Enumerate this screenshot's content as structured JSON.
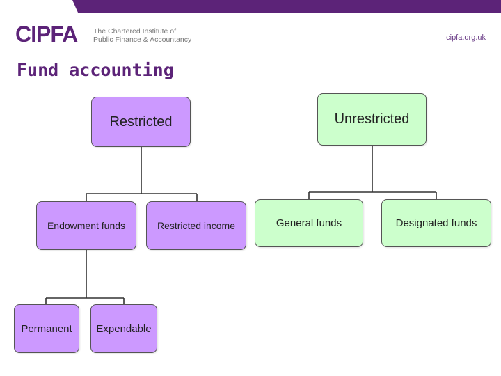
{
  "header": {
    "brand": "CIPFA",
    "tagline_line1": "The Chartered Institute of",
    "tagline_line2": "Public Finance & Accountancy",
    "url": "cipfa.org.uk",
    "brand_color": "#5c2378"
  },
  "title": "Fund accounting",
  "diagram": {
    "restricted": "Restricted",
    "unrestricted": "Unrestricted",
    "endowment_funds": "Endowment funds",
    "restricted_income": "Restricted income",
    "general_funds": "General funds",
    "designated_funds": "Designated funds",
    "permanent": "Permanent",
    "expendable": "Expendable",
    "colors": {
      "restricted_fill": "#cc99ff",
      "unrestricted_fill": "#ccffcc",
      "border": "#555555"
    }
  }
}
